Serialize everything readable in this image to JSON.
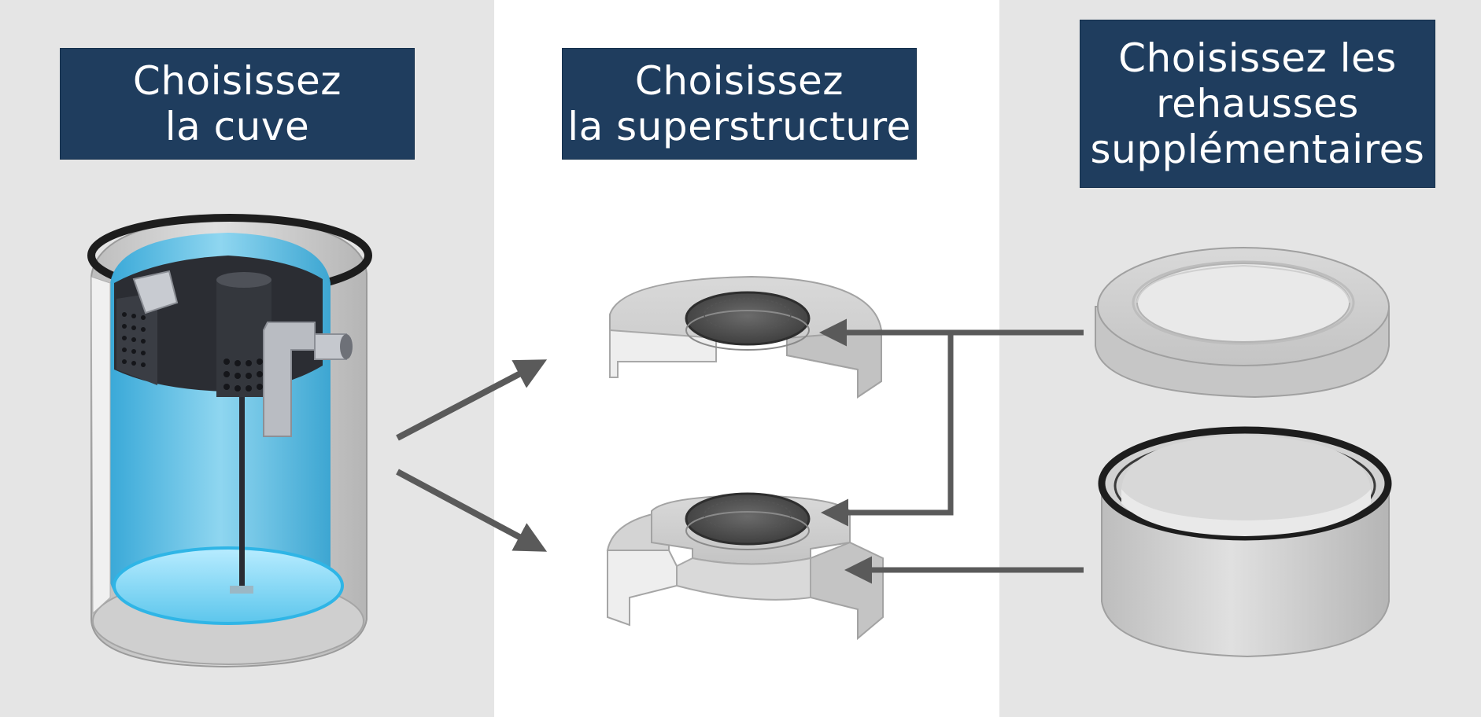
{
  "steps": [
    {
      "line1": "Choisissez",
      "line2": "la cuve"
    },
    {
      "line1": "Choisissez",
      "line2": "la superstructure"
    },
    {
      "line1": "Choisissez les",
      "line2": "rehausses",
      "line3": "supplémentaires"
    }
  ],
  "colors": {
    "header_bg": "#1f3d5e",
    "header_text": "#ffffff",
    "panel_grey": "#e5e5e5",
    "panel_white": "#ffffff",
    "arrow": "#5a5a5a",
    "concrete": "#c9c9c9",
    "water": "#5fc3e6"
  },
  "icons": [
    "tank-cutaway-illustration",
    "superstructure-slab-illustration",
    "superstructure-stepped-illustration",
    "extension-flat-ring-illustration",
    "extension-tall-ring-illustration"
  ]
}
